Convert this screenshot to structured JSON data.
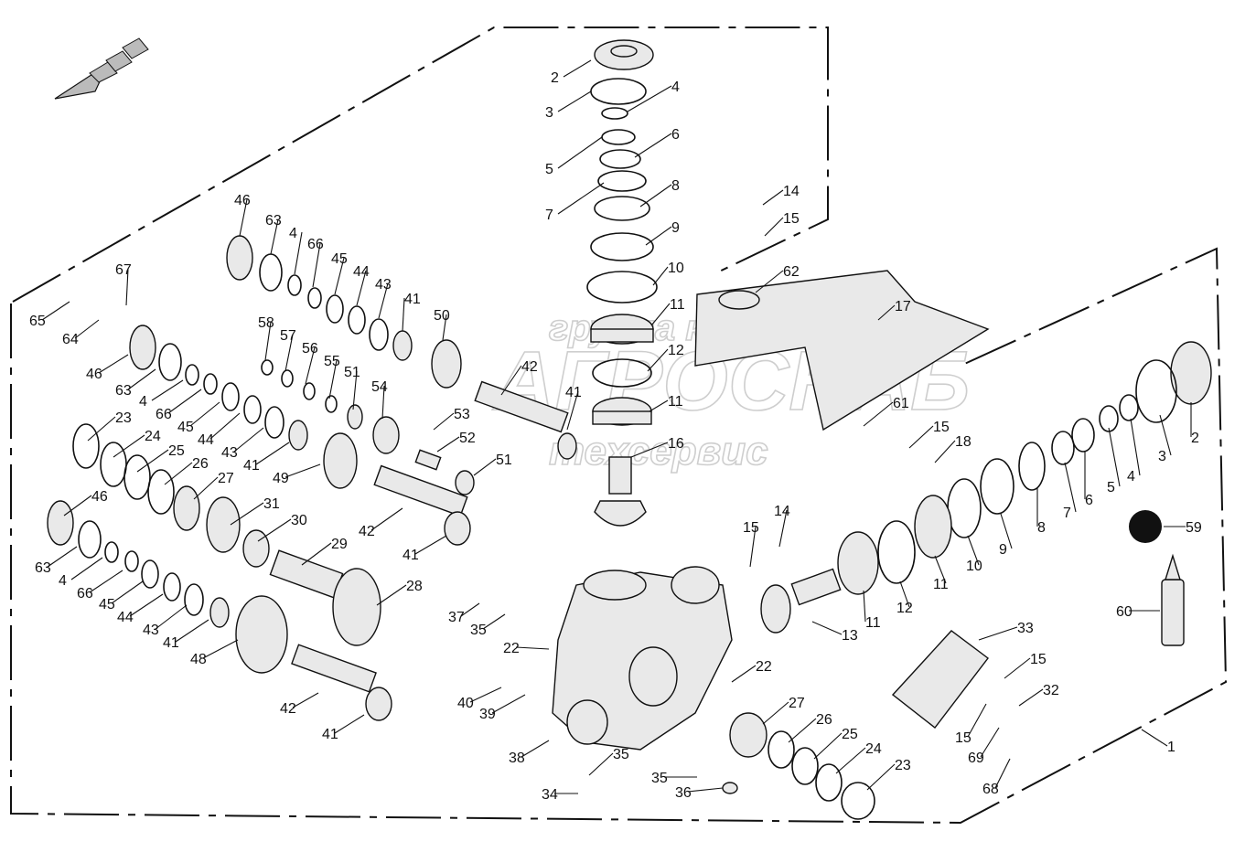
{
  "watermark": {
    "line1": "группа компаний",
    "line2": "АГРОСНАБ",
    "line3": "техсервис"
  },
  "callouts": [
    {
      "id": "c-2a",
      "text": "2"
    },
    {
      "id": "c-3a",
      "text": "3"
    },
    {
      "id": "c-4a",
      "text": "4"
    },
    {
      "id": "c-5a",
      "text": "5"
    },
    {
      "id": "c-6a",
      "text": "6"
    },
    {
      "id": "c-7a",
      "text": "7"
    },
    {
      "id": "c-8a",
      "text": "8"
    },
    {
      "id": "c-9a",
      "text": "9"
    },
    {
      "id": "c-10a",
      "text": "10"
    },
    {
      "id": "c-11a",
      "text": "11"
    },
    {
      "id": "c-12a",
      "text": "12"
    },
    {
      "id": "c-11b",
      "text": "11"
    },
    {
      "id": "c-16",
      "text": "16"
    },
    {
      "id": "c-14a",
      "text": "14"
    },
    {
      "id": "c-15a",
      "text": "15"
    },
    {
      "id": "c-62",
      "text": "62"
    },
    {
      "id": "c-17",
      "text": "17"
    },
    {
      "id": "c-61",
      "text": "61"
    },
    {
      "id": "c-15b",
      "text": "15"
    },
    {
      "id": "c-18",
      "text": "18"
    },
    {
      "id": "c-46a",
      "text": "46"
    },
    {
      "id": "c-63a",
      "text": "63"
    },
    {
      "id": "c-4b",
      "text": "4"
    },
    {
      "id": "c-66a",
      "text": "66"
    },
    {
      "id": "c-45a",
      "text": "45"
    },
    {
      "id": "c-44a",
      "text": "44"
    },
    {
      "id": "c-43a",
      "text": "43"
    },
    {
      "id": "c-41a",
      "text": "41"
    },
    {
      "id": "c-50",
      "text": "50"
    },
    {
      "id": "c-67",
      "text": "67"
    },
    {
      "id": "c-65",
      "text": "65"
    },
    {
      "id": "c-64",
      "text": "64"
    },
    {
      "id": "c-46b",
      "text": "46"
    },
    {
      "id": "c-63b",
      "text": "63"
    },
    {
      "id": "c-4c",
      "text": "4"
    },
    {
      "id": "c-66b",
      "text": "66"
    },
    {
      "id": "c-45b",
      "text": "45"
    },
    {
      "id": "c-44b",
      "text": "44"
    },
    {
      "id": "c-43b",
      "text": "43"
    },
    {
      "id": "c-41b",
      "text": "41"
    },
    {
      "id": "c-49",
      "text": "49"
    },
    {
      "id": "c-58",
      "text": "58"
    },
    {
      "id": "c-57",
      "text": "57"
    },
    {
      "id": "c-56",
      "text": "56"
    },
    {
      "id": "c-55",
      "text": "55"
    },
    {
      "id": "c-51a",
      "text": "51"
    },
    {
      "id": "c-54",
      "text": "54"
    },
    {
      "id": "c-53",
      "text": "53"
    },
    {
      "id": "c-52",
      "text": "52"
    },
    {
      "id": "c-51b",
      "text": "51"
    },
    {
      "id": "c-42a",
      "text": "42"
    },
    {
      "id": "c-41c",
      "text": "41"
    },
    {
      "id": "c-42b",
      "text": "42"
    },
    {
      "id": "c-41d",
      "text": "41"
    },
    {
      "id": "c-23a",
      "text": "23"
    },
    {
      "id": "c-24a",
      "text": "24"
    },
    {
      "id": "c-25a",
      "text": "25"
    },
    {
      "id": "c-26a",
      "text": "26"
    },
    {
      "id": "c-27a",
      "text": "27"
    },
    {
      "id": "c-31",
      "text": "31"
    },
    {
      "id": "c-30",
      "text": "30"
    },
    {
      "id": "c-29",
      "text": "29"
    },
    {
      "id": "c-28",
      "text": "28"
    },
    {
      "id": "c-46c",
      "text": "46"
    },
    {
      "id": "c-63c",
      "text": "63"
    },
    {
      "id": "c-4d",
      "text": "4"
    },
    {
      "id": "c-66c",
      "text": "66"
    },
    {
      "id": "c-45c",
      "text": "45"
    },
    {
      "id": "c-44c",
      "text": "44"
    },
    {
      "id": "c-43c",
      "text": "43"
    },
    {
      "id": "c-41e",
      "text": "41"
    },
    {
      "id": "c-48",
      "text": "48"
    },
    {
      "id": "c-42c",
      "text": "42"
    },
    {
      "id": "c-41f",
      "text": "41"
    },
    {
      "id": "c-37",
      "text": "37"
    },
    {
      "id": "c-35a",
      "text": "35"
    },
    {
      "id": "c-22a",
      "text": "22"
    },
    {
      "id": "c-40",
      "text": "40"
    },
    {
      "id": "c-39",
      "text": "39"
    },
    {
      "id": "c-38",
      "text": "38"
    },
    {
      "id": "c-35b",
      "text": "35"
    },
    {
      "id": "c-34",
      "text": "34"
    },
    {
      "id": "c-35c",
      "text": "35"
    },
    {
      "id": "c-36",
      "text": "36"
    },
    {
      "id": "c-15c",
      "text": "15"
    },
    {
      "id": "c-14b",
      "text": "14"
    },
    {
      "id": "c-13",
      "text": "13"
    },
    {
      "id": "c-11c",
      "text": "11"
    },
    {
      "id": "c-12b",
      "text": "12"
    },
    {
      "id": "c-11d",
      "text": "11"
    },
    {
      "id": "c-10b",
      "text": "10"
    },
    {
      "id": "c-9b",
      "text": "9"
    },
    {
      "id": "c-8b",
      "text": "8"
    },
    {
      "id": "c-7b",
      "text": "7"
    },
    {
      "id": "c-6b",
      "text": "6"
    },
    {
      "id": "c-5b",
      "text": "5"
    },
    {
      "id": "c-4e",
      "text": "4"
    },
    {
      "id": "c-3b",
      "text": "3"
    },
    {
      "id": "c-2b",
      "text": "2"
    },
    {
      "id": "c-59",
      "text": "59"
    },
    {
      "id": "c-60",
      "text": "60"
    },
    {
      "id": "c-22b",
      "text": "22"
    },
    {
      "id": "c-27b",
      "text": "27"
    },
    {
      "id": "c-26b",
      "text": "26"
    },
    {
      "id": "c-25b",
      "text": "25"
    },
    {
      "id": "c-24b",
      "text": "24"
    },
    {
      "id": "c-23b",
      "text": "23"
    },
    {
      "id": "c-33",
      "text": "33"
    },
    {
      "id": "c-15d",
      "text": "15"
    },
    {
      "id": "c-32",
      "text": "32"
    },
    {
      "id": "c-15e",
      "text": "15"
    },
    {
      "id": "c-69",
      "text": "69"
    },
    {
      "id": "c-68",
      "text": "68"
    },
    {
      "id": "c-1",
      "text": "1"
    }
  ]
}
